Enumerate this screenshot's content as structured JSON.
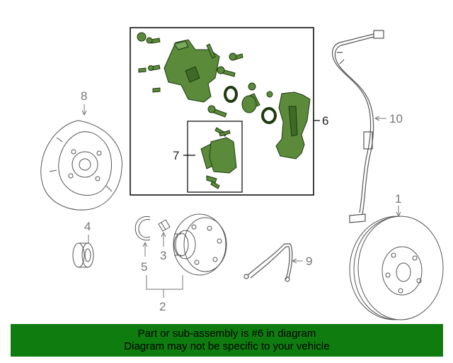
{
  "callouts": {
    "c1": "1",
    "c2": "2",
    "c3": "3",
    "c4": "4",
    "c5": "5",
    "c6": "6",
    "c7": "7",
    "c8": "8",
    "c9": "9",
    "c10": "10"
  },
  "highlight": {
    "part_number": "6",
    "color": "#4a7a2a"
  },
  "banner": {
    "line1": "Part or sub-assembly is #6 in diagram",
    "line2": "Diagram may not be specific to your vehicle",
    "background": "#0f7c0f"
  }
}
